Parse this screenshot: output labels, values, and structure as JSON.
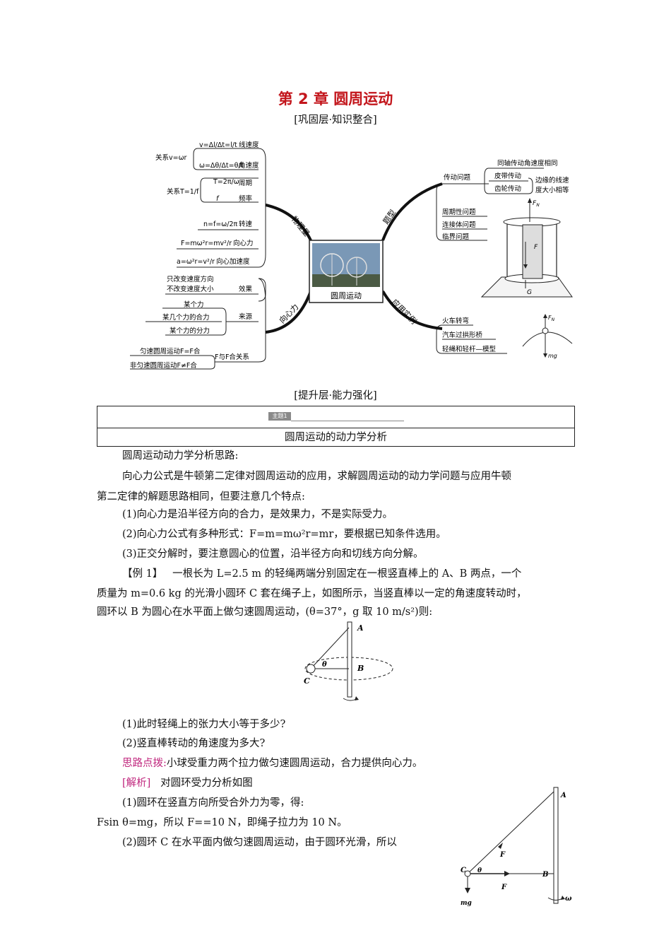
{
  "chapter_title": "第 2 章  圆周运动",
  "section1": "[巩固层·知识整合]",
  "section2": "[提升层·能力强化]",
  "mindmap": {
    "center_label": "圆周运动",
    "branches": {
      "physics": "物理量",
      "problems": "题型",
      "force": "向心力",
      "application": "应用实例"
    },
    "relation_v": "关系v=ωr",
    "v_formula": "v=Δl/Δt=l/t",
    "v_label": "线速度",
    "w_formula": "ω=Δθ/Δt=θ/t",
    "w_label": "角速度",
    "relation_T": "关系T=1/f",
    "T_formula": "T=2π/ω",
    "T_label": "周期",
    "f_symbol": "f",
    "f_label": "频率",
    "n_formula": "n=f=ω/2π",
    "n_label": "转速",
    "F_formula": "F=mω²r=mv²/r",
    "F_label": "向心力",
    "a_formula": "a=ω²r=v²/r",
    "a_label": "向心加速度",
    "effect_line1": "只改变速度方向",
    "effect_line2": "不改变速度大小",
    "effect_label": "效果",
    "source_1": "某个力",
    "source_2": "某几个力的合力",
    "source_3": "某个力的分力",
    "source_label": "来源",
    "uniform": "匀速圆周运动F=F合",
    "nonuniform": "非匀速圆周运动F≠F合",
    "relation_label": "F与F合关系",
    "transmission": "传动问题",
    "coaxial": "同轴传动角速度相同",
    "belt": "皮带传动",
    "gear": "齿轮传动",
    "edge_line1": "边缘的线速",
    "edge_line2": "度大小相等",
    "periodic": "周期性问题",
    "connected": "连接体问题",
    "critical": "临界问题",
    "train": "火车转弯",
    "bridge": "汽车过拱形桥",
    "rope": "轻绳和轻杆—模型",
    "fn": "F",
    "fn_sub": "N",
    "F_letter": "F",
    "G_letter": "G",
    "mg": "mg"
  },
  "topic": {
    "tag": "主题1",
    "title": "圆周运动的动力学分析"
  },
  "text": {
    "l1": "圆周运动动力学分析思路:",
    "l2": "向心力公式是牛顿第二定律对圆周运动的应用，求解圆周运动的动力学问题与应用牛顿",
    "l3": "第二定律的解题思路相同，但要注意几个特点:",
    "l4": "(1)向心力是沿半径方向的合力，是效果力，不是实际受力。",
    "l5": "(2)向心力公式有多种形式：F=m=mω²r=mr，要根据已知条件选用。",
    "l6": "(3)正交分解时，要注意圆心的位置，沿半径方向和切线方向分解。",
    "ex_label": "【例 1】",
    "ex1": "一根长为 L=2.5 m 的轻绳两端分别固定在一根竖直棒上的 A、B 两点，一个",
    "ex2": "质量为 m=0.6 kg 的光滑小圆环 C 套在绳子上，如图所示，当竖直棒以一定的角速度转动时，",
    "ex3": "圆环以 B 为圆心在水平面上做匀速圆周运动，(θ=37°，g 取 10 m/s²)则:",
    "q1": "(1)此时轻绳上的张力大小等于多少?",
    "q2": "(2)竖直棒转动的角速度为多大?",
    "hint_label": "思路点拨:",
    "hint": "小球受重力两个拉力做匀速圆周运动，合力提供向心力。",
    "sol_label": "[解析]",
    "sol": "对圆环受力分析如图",
    "s1": "(1)圆环在竖直方向所受合外力为零，得:",
    "s2": "Fsin  θ=mg，所以 F==10 N，即绳子拉力为 10 N。",
    "s3": "(2)圆环 C 在水平面内做匀速圆周运动，由于圆环光滑，所以"
  },
  "fig1": {
    "A": "A",
    "B": "B",
    "C": "C",
    "theta": "θ"
  },
  "fig2": {
    "A": "A",
    "B": "B",
    "C": "C",
    "theta": "θ",
    "F1": "F",
    "F2": "F",
    "mg": "mg",
    "omega": "ω"
  }
}
